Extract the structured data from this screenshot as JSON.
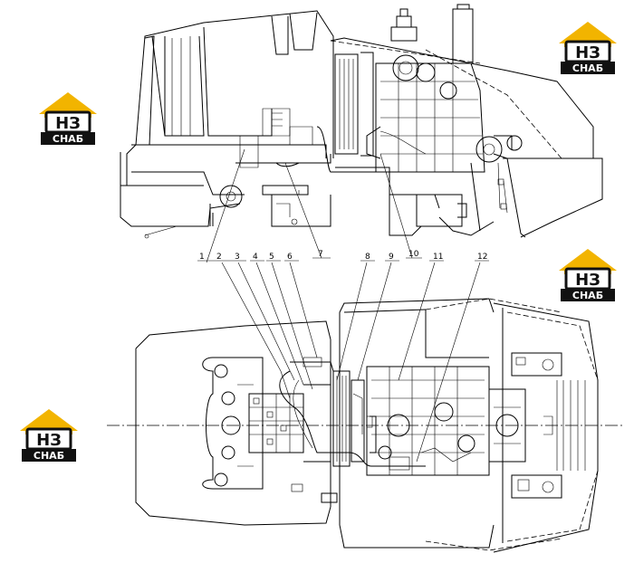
{
  "diagram": {
    "callouts": [
      {
        "id": "c1",
        "label": "1"
      },
      {
        "id": "c2",
        "label": "2"
      },
      {
        "id": "c3",
        "label": "3"
      },
      {
        "id": "c4",
        "label": "4"
      },
      {
        "id": "c5",
        "label": "5"
      },
      {
        "id": "c6",
        "label": "6"
      },
      {
        "id": "c7",
        "label": "7"
      },
      {
        "id": "c8",
        "label": "8"
      },
      {
        "id": "c9",
        "label": "9"
      },
      {
        "id": "c10",
        "label": "10"
      },
      {
        "id": "c11",
        "label": "11"
      },
      {
        "id": "c12",
        "label": "12"
      }
    ]
  },
  "watermark": {
    "brand_letters": "НЗ",
    "brand_word": "СНАБ",
    "colors": {
      "roof": "#f2b400",
      "dark": "#111111",
      "light": "#ffffff"
    }
  }
}
